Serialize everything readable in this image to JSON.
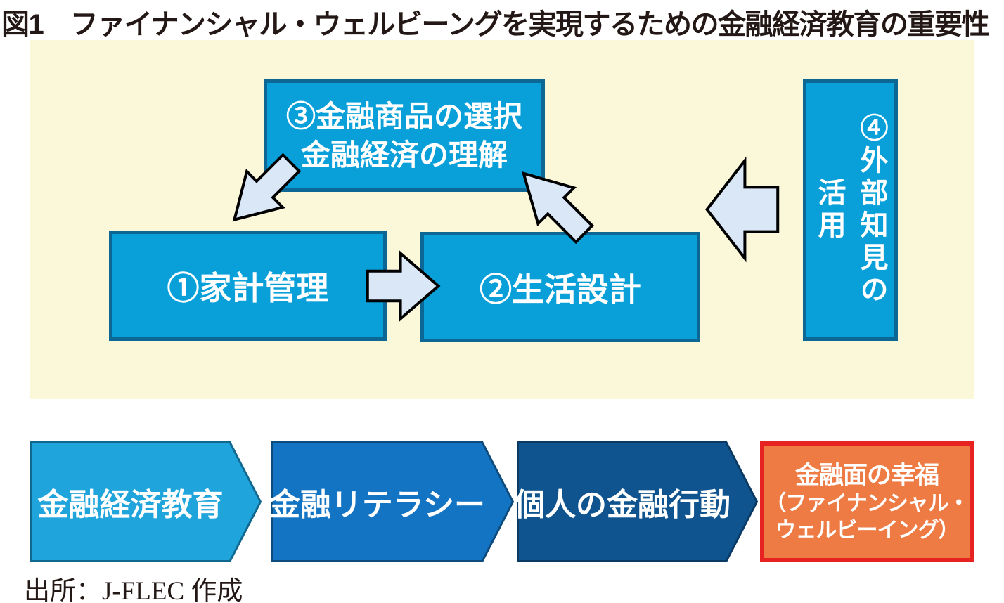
{
  "title": "図1　ファイナンシャル・ウェルビーングを実現するための金融経済教育の重要性",
  "diagram": {
    "box1": {
      "label": "①家計管理"
    },
    "box2": {
      "label": "②生活設計"
    },
    "box3": {
      "line1": "③金融商品の選択",
      "line2": "金融経済の理解"
    },
    "box4": {
      "line1": "④外部知見の",
      "line2": "活用"
    },
    "arrows": [
      "arrow-down-left",
      "arrow-right",
      "arrow-up-left",
      "arrow-left"
    ]
  },
  "flow": {
    "education": "金融経済教育",
    "literacy": "金融リテラシー",
    "behavior": "個人の金融行動",
    "wellbeing": {
      "line1": "金融面の幸福",
      "line2": "（ファイナンシャル・",
      "line3": "ウェルビーイング）"
    }
  },
  "source": "出所：J-FLEC 作成",
  "colors": {
    "panel_bg": "#FBF8DA",
    "box_fill": "#09A0D9",
    "box_border": "#0D6795",
    "arrow_fill": "#D9E7F7",
    "arrow_stroke": "#000000",
    "chevron1_fill": "#1FA5DB",
    "chevron2_fill": "#1474C4",
    "chevron3_fill": "#0F548E",
    "result_fill": "#EE7B44",
    "result_border": "#E62320",
    "text_on_blue": "#FFFFFF",
    "title_color": "#231815"
  }
}
